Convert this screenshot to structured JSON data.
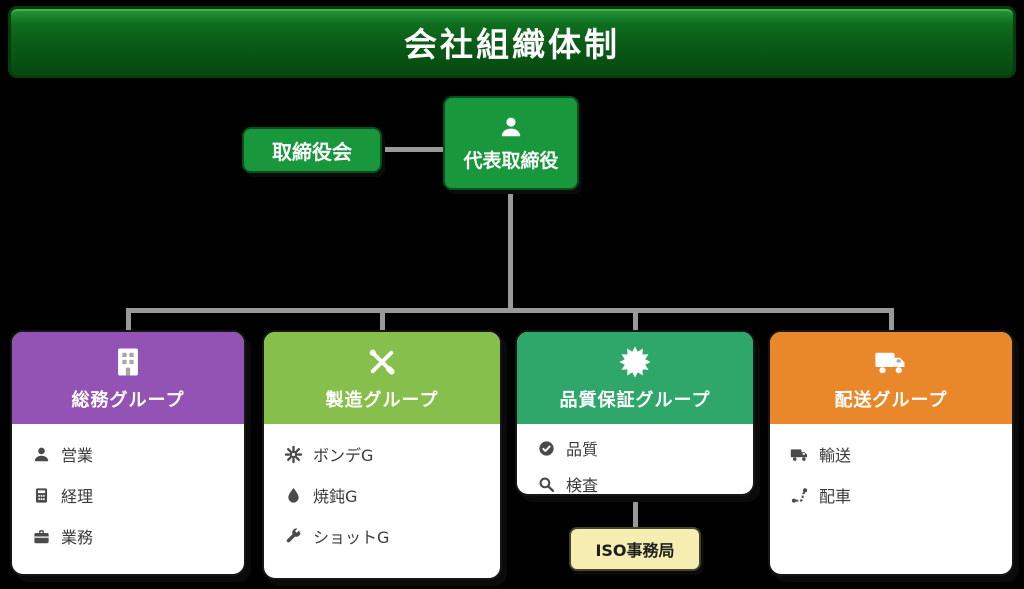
{
  "page": {
    "title": "会社組織体制"
  },
  "org": {
    "board": {
      "label": "取締役会"
    },
    "ceo": {
      "label": "代表取締役",
      "icon": "person-icon"
    }
  },
  "colors": {
    "node_green": "#18973c",
    "banner_green": "#0a5a17",
    "connector_gray": "#999999",
    "iso_bg": "#f5eeb0"
  },
  "groups": [
    {
      "name": "総務グループ",
      "color": "#9253b5",
      "icon": "building-icon",
      "items": [
        {
          "icon": "person-icon",
          "label": "営業"
        },
        {
          "icon": "calculator-icon",
          "label": "経理"
        },
        {
          "icon": "briefcase-icon",
          "label": "業務"
        }
      ]
    },
    {
      "name": "製造グループ",
      "color": "#86bf4b",
      "icon": "tools-icon",
      "items": [
        {
          "icon": "gear-icon",
          "label": "ボンデG"
        },
        {
          "icon": "droplet-icon",
          "label": "焼鈍G"
        },
        {
          "icon": "wrench-icon",
          "label": "ショットG"
        }
      ]
    },
    {
      "name": "品質保証グループ",
      "color": "#2fa76a",
      "icon": "seal-icon",
      "items": [
        {
          "icon": "check-circle-icon",
          "label": "品質"
        },
        {
          "icon": "magnifier-icon",
          "label": "検査"
        }
      ]
    },
    {
      "name": "配送グループ",
      "color": "#e9872b",
      "icon": "truck-icon",
      "items": [
        {
          "icon": "truck-icon",
          "label": "輸送"
        },
        {
          "icon": "route-icon",
          "label": "配車"
        }
      ]
    }
  ],
  "iso": {
    "label": "ISO事務局"
  }
}
